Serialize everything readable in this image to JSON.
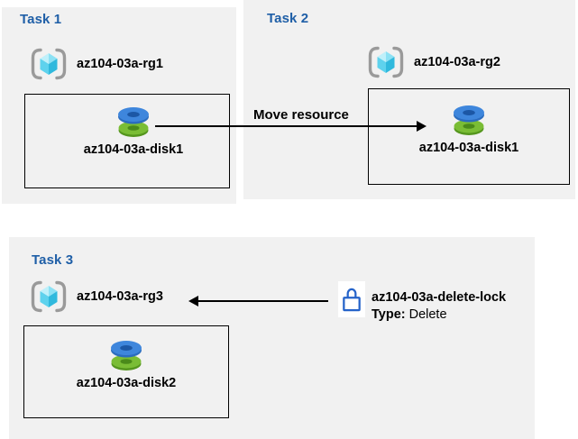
{
  "colors": {
    "panel_background": "#F1F1F1",
    "task_title_blue": "#1F5FA7",
    "text_black": "#000000",
    "lock_blue": "#2563C9",
    "disk_blue": "#3E86DC",
    "disk_blue_dark": "#1C57A5",
    "disk_green": "#7ABD35",
    "disk_green_dark": "#4A8A1A",
    "bracket_gray": "#9A9A9A",
    "cube_cyan_light": "#BFF0FA",
    "cube_cyan_dark": "#30B9DD"
  },
  "panels": [
    {
      "title": "Task 1",
      "resource_group": "az104-03a-rg1",
      "resource": "az104-03a-disk1"
    },
    {
      "title": "Task 2",
      "resource_group": "az104-03a-rg2",
      "resource": "az104-03a-disk1"
    },
    {
      "title": "Task 3",
      "resource_group": "az104-03a-rg3",
      "resource": "az104-03a-disk2"
    }
  ],
  "annotations": {
    "move_arrow_label": "Move resource",
    "lock_name": "az104-03a-delete-lock",
    "lock_type_label": "Type:",
    "lock_type_value": "Delete"
  },
  "icons": {
    "resource_group": "azure-resource-group-icon",
    "disk": "azure-disk-icon",
    "lock": "delete-lock-icon"
  }
}
